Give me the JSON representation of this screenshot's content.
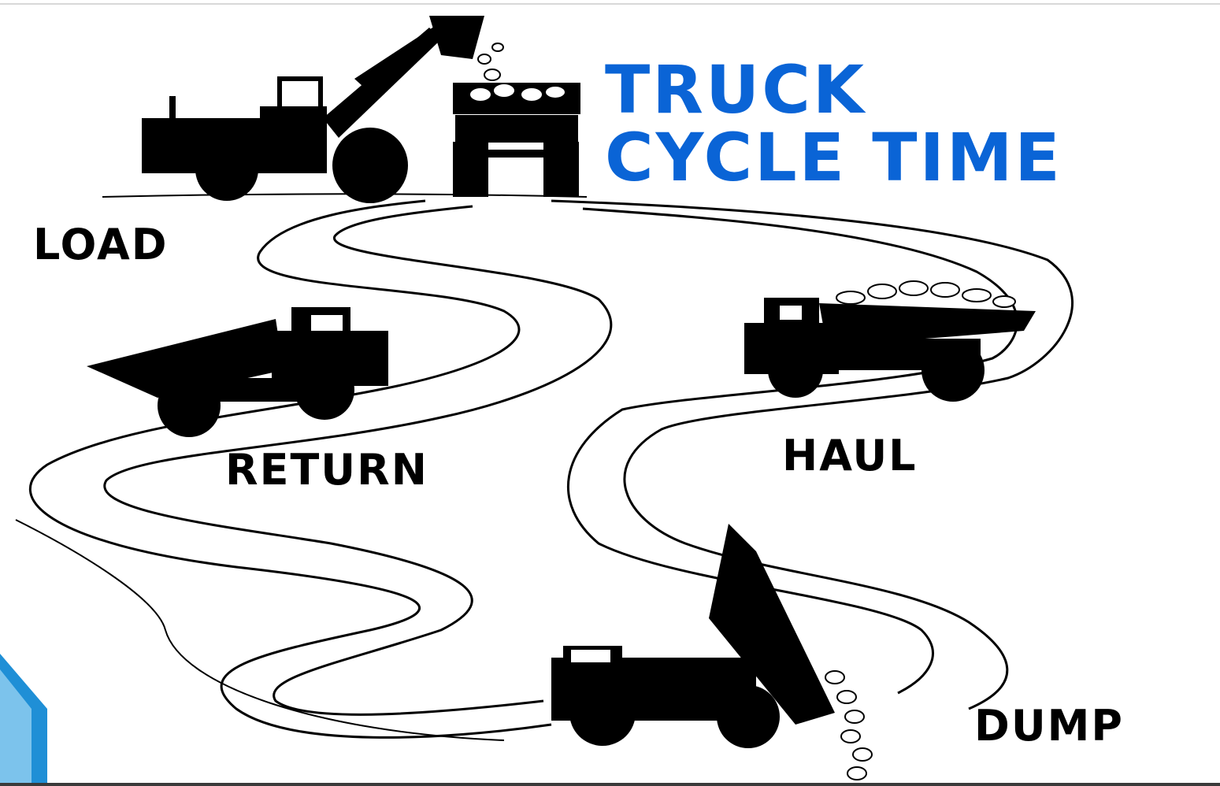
{
  "title": {
    "line1": "TRUCK",
    "line2": "CYCLE TIME",
    "color": "#0a64d6"
  },
  "stages": {
    "load": "LOAD",
    "haul": "HAUL",
    "dump": "DUMP",
    "return": "RETURN"
  },
  "colors": {
    "ink": "#000000",
    "paper": "#ffffff",
    "accent": "#1f8fd6"
  },
  "icons": [
    "wheel-loader-icon",
    "haul-truck-loading-icon",
    "loaded-haul-truck-icon",
    "dumping-truck-icon",
    "empty-returning-truck-icon",
    "rocks-icon"
  ]
}
